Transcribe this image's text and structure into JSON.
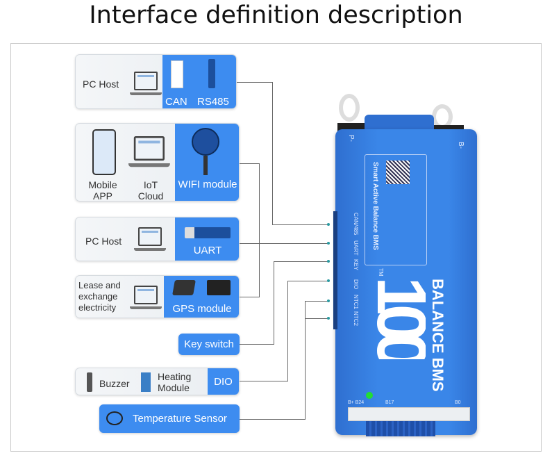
{
  "title": "Interface definition description",
  "boxes": {
    "can_rs485": {
      "host": "PC Host",
      "can": "CAN",
      "rs485": "RS485"
    },
    "wifi": {
      "mobile": "Mobile APP",
      "iot": "IoT Cloud",
      "module": "WIFI module"
    },
    "uart": {
      "host": "PC Host",
      "module": "UART"
    },
    "gps": {
      "lease": "Lease and exchange electricity",
      "module": "GPS module"
    },
    "key": {
      "label": "Key switch"
    },
    "dio": {
      "buzzer": "Buzzer",
      "heating": "Heating Module",
      "label": "DIO"
    },
    "temp": {
      "label": "Temperature Sensor"
    }
  },
  "bms": {
    "terminal_p": "P-",
    "terminal_b": "B-",
    "ports": [
      "CAN/485",
      "UART",
      "KEY",
      "DIO",
      "NTC1",
      "NTC2"
    ],
    "label_title": "Smart Active Balance BMS",
    "logo": "100",
    "tm": "TM",
    "brand": "BALANCE BMS",
    "pins": [
      "B+ B24",
      "B17",
      "B0"
    ],
    "led_color": "#22dd33"
  },
  "colors": {
    "accent": "#3d8cf0",
    "device": "#3a86e8"
  }
}
